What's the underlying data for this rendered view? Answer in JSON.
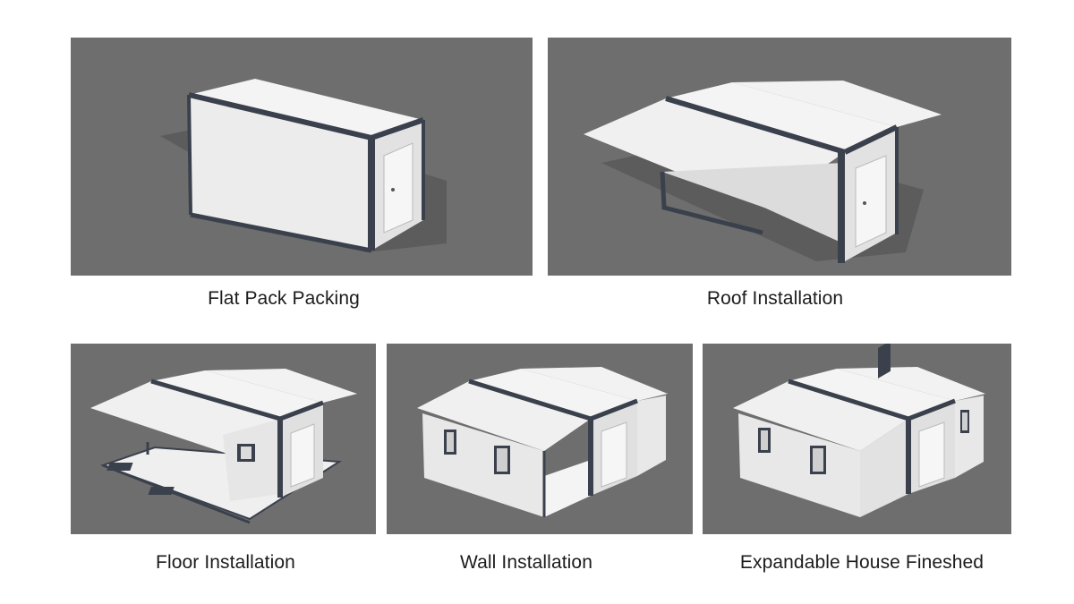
{
  "colors": {
    "background": "#6e6e6e",
    "panel_white": "#f2f2f2",
    "frame_steel": "#3a414c",
    "shadow": "#555555"
  },
  "steps": [
    {
      "caption": "Flat Pack Packing"
    },
    {
      "caption": "Roof Installation"
    },
    {
      "caption": "Floor Installation"
    },
    {
      "caption": "Wall Installation"
    },
    {
      "caption": "Expandable House Fineshed"
    }
  ]
}
